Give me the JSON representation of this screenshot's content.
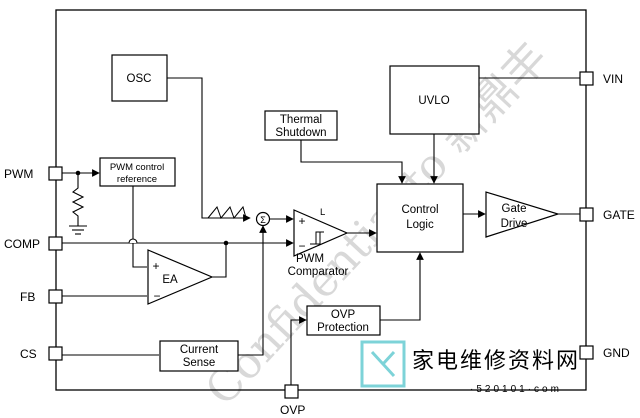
{
  "pins": {
    "pwm": "PWM",
    "comp": "COMP",
    "fb": "FB",
    "cs": "CS",
    "vin": "VIN",
    "gate": "GATE",
    "gnd": "GND",
    "ovp": "OVP"
  },
  "blocks": {
    "osc": "OSC",
    "uvlo": "UVLO",
    "thermal_1": "Thermal",
    "thermal_2": "Shutdown",
    "pwm_ref_1": "PWM control",
    "pwm_ref_2": "reference",
    "control_1": "Control",
    "control_2": "Logic",
    "gate_1": "Gate",
    "gate_2": "Drive",
    "ea": "EA",
    "ea_plus": "+",
    "ea_minus": "−",
    "cmp_plus": "+",
    "cmp_minus": "−",
    "cmp_l": "L",
    "cmp_label_1": "PWM",
    "cmp_label_2": "Comparator",
    "current_1": "Current",
    "current_2": "Sense",
    "ovp_1": "OVP",
    "ovp_2": "Protection",
    "sum": "Σ"
  },
  "watermark": {
    "diag": "Confidential to 新鼎丰",
    "brand_cn": "家电维修资料网",
    "brand_url": "·520101·com"
  },
  "colors": {
    "line": "#000000",
    "watermark": "#d8d8d8",
    "logo_teal": "#7dd3d8"
  }
}
